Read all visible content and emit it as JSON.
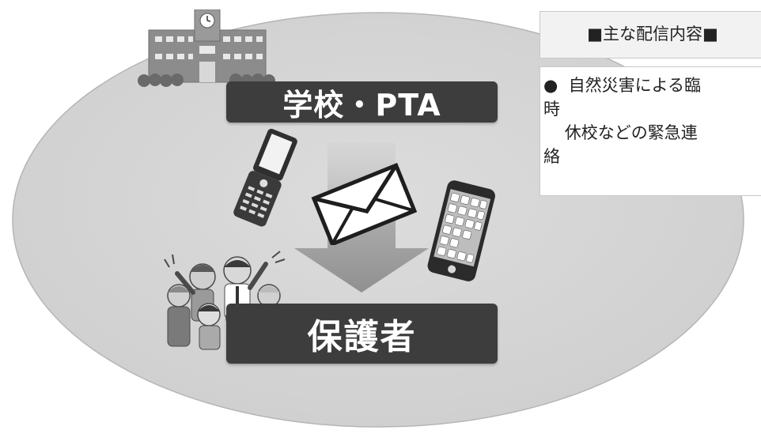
{
  "diagram": {
    "sender_label": "学校・PTA",
    "receiver_label": "保護者",
    "panel": {
      "title": "■主な配信内容■",
      "lines": [
        "●  自然災害による臨",
        "時",
        "    休校などの緊急連",
        "絡"
      ]
    }
  },
  "icons": {
    "school": "school-building-icon",
    "flip_phone": "flip-phone-icon",
    "envelope": "envelope-icon",
    "smartphone": "smartphone-icon",
    "family": "family-group-icon",
    "arrow": "down-arrow-icon"
  },
  "colors": {
    "ellipse_fill": "#d6d6d6",
    "box_fill": "#3d3d3d",
    "box_text": "#ffffff"
  }
}
